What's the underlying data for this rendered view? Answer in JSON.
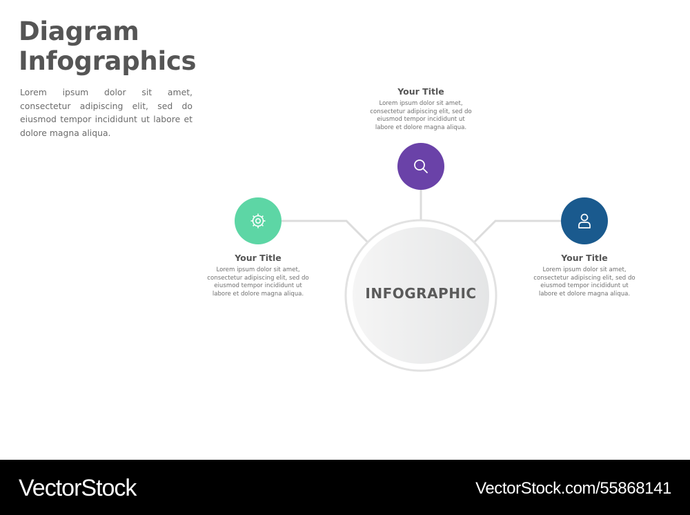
{
  "header": {
    "title_line1": "Diagram",
    "title_line2": "Infographics",
    "description": "Lorem ipsum dolor sit amet, consectetur adipiscing elit, sed do eiusmod tempor incididunt ut labore et dolore magna aliqua."
  },
  "center": {
    "label": "INFOGRAPHIC"
  },
  "items": [
    {
      "title": "Your Title",
      "desc_lines": [
        "Lorem ipsum dolor sit amet,",
        "consectetur adipiscing elit, sed do",
        "eiusmod tempor incididunt ut",
        "labore et dolore magna aliqua."
      ],
      "icon": "search-icon",
      "color": "#6a42a8"
    },
    {
      "title": "Your Title",
      "desc_lines": [
        "Lorem ipsum dolor sit amet,",
        "consectetur adipiscing elit, sed do",
        "eiusmod tempor incididunt ut",
        "labore et dolore magna aliqua."
      ],
      "icon": "gear-icon",
      "color": "#5dd6a5"
    },
    {
      "title": "Your Title",
      "desc_lines": [
        "Lorem ipsum dolor sit amet,",
        "consectetur adipiscing elit, sed do",
        "eiusmod tempor incididunt ut",
        "labore et dolore magna aliqua."
      ],
      "icon": "user-icon",
      "color": "#1a5a8e"
    }
  ],
  "colors": {
    "connector": "#dcdcdc",
    "ring": "#e2e2e2",
    "text_dark": "#555555"
  },
  "footer": {
    "brand": "VectorStock",
    "url": "VectorStock.com/55868141"
  }
}
